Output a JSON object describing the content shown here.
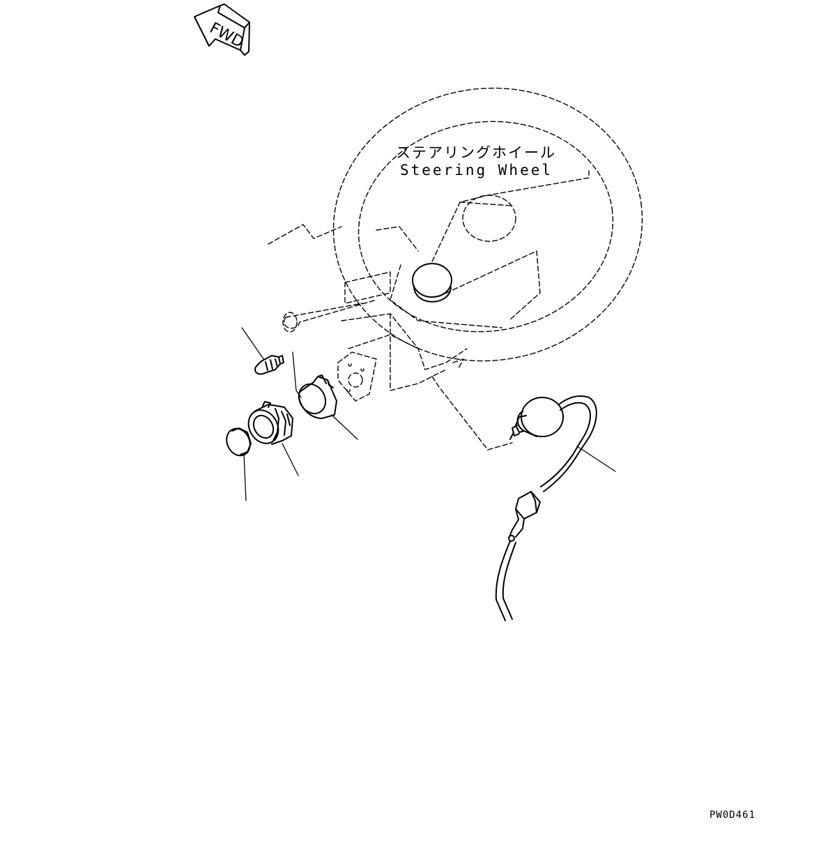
{
  "fwd_marker": {
    "label": "FWD"
  },
  "steering_wheel_label": {
    "japanese": "ステアリングホイール",
    "english": "Steering Wheel"
  },
  "drawing_code": "PW0D461",
  "parts": [
    {
      "name": "screw"
    },
    {
      "name": "mounting-bracket"
    },
    {
      "name": "switch-knob"
    },
    {
      "name": "knob-cap"
    },
    {
      "name": "switch-harness"
    }
  ]
}
